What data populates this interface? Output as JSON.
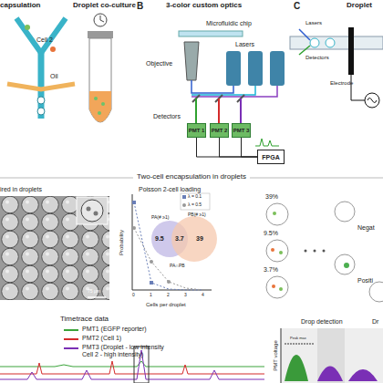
{
  "diagram": {
    "nodes": [
      {
        "text": [
          "PMT 1"
        ]
      },
      {
        "text": [
          "PMT 2"
        ]
      },
      {
        "text": [
          "PMT 3"
        ]
      },
      {
        "text": [
          "FPGA"
        ]
      }
    ],
    "edges": [
      {
        "from": 0,
        "to": 3,
        "arrow": "none"
      },
      {
        "from": 1,
        "to": 3,
        "arrow": "none"
      },
      {
        "from": 2,
        "to": 3,
        "arrow": "none"
      }
    ],
    "labels": [
      "capsulation",
      "Droplet co-culture",
      "B",
      "3-color custom optics",
      "C",
      "Droplet",
      "Cell 2",
      "Oil",
      "Microfluidic chip",
      "Objective",
      "Lasers",
      "Detectors",
      "Lasers",
      "Detectors",
      "Electrode",
      "Two-cell encapsulation in droplets",
      "ired in droplets",
      "75 μm",
      "Poisson 2-cell loading",
      "Probability",
      "Cells per droplet",
      "0",
      "1",
      "2",
      "3",
      "4",
      "PA(# ≥1)",
      "PB(# ≥1)",
      "9.5",
      "3.7",
      "39",
      "PA∩PB",
      "39%",
      "9.5%",
      "3.7%",
      "Negat",
      "Positi",
      "Timetrace data",
      "Drop detection",
      "Dr",
      "PMT voltage",
      "Peak max"
    ],
    "legend": [
      {
        "text": "λ = 0.1"
      },
      {
        "text": "λ = 0.5"
      },
      {
        "text": "PMT1 (EGFP reporter)",
        "color": "#3aa33a"
      },
      {
        "text": "PMT2 (Cell 1)",
        "color": "#d42a2a"
      },
      {
        "text": "PMT3 (Droplet - low intensity Cell 2 - high intensity)",
        "color": "#7a2fb5"
      }
    ]
  }
}
